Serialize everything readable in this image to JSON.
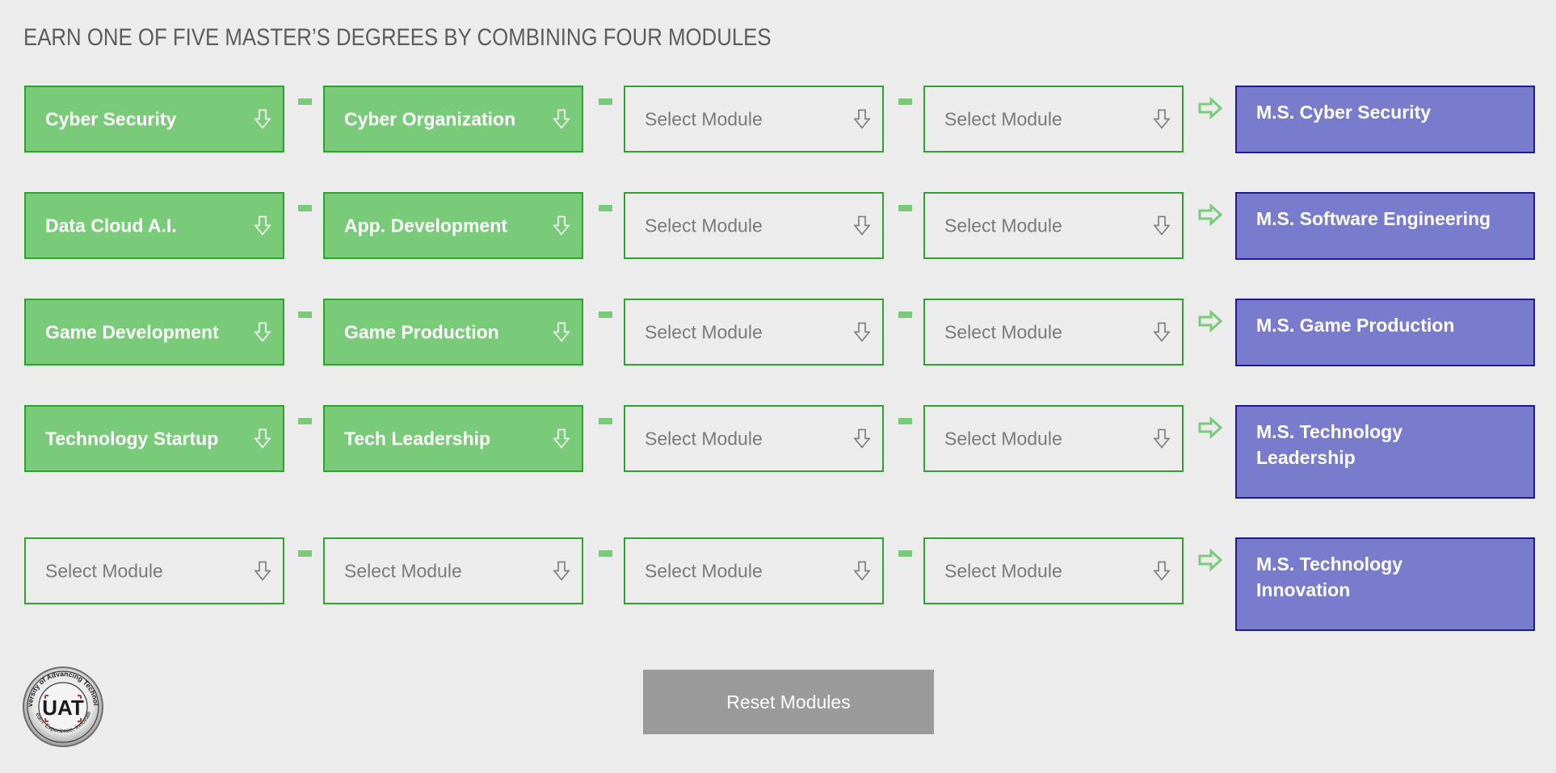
{
  "page": {
    "title": "EARN ONE OF FIVE MASTER’S DEGREES BY COMBINING FOUR MODULES"
  },
  "rows": [
    {
      "modules": [
        {
          "label": "Cyber Security",
          "state": "selected"
        },
        {
          "label": "Cyber Organization",
          "state": "selected"
        },
        {
          "label": "Select Module",
          "state": "empty"
        },
        {
          "label": "Select Module",
          "state": "empty"
        }
      ],
      "degree": {
        "line1": "M.S. Cyber Security",
        "line2": ""
      }
    },
    {
      "modules": [
        {
          "label": "Data Cloud A.I.",
          "state": "selected"
        },
        {
          "label": "App. Development",
          "state": "selected"
        },
        {
          "label": "Select Module",
          "state": "empty"
        },
        {
          "label": "Select Module",
          "state": "empty"
        }
      ],
      "degree": {
        "line1": "M.S. Software Engineering",
        "line2": ""
      }
    },
    {
      "modules": [
        {
          "label": "Game Development",
          "state": "selected"
        },
        {
          "label": "Game Production",
          "state": "selected"
        },
        {
          "label": "Select Module",
          "state": "empty"
        },
        {
          "label": "Select Module",
          "state": "empty"
        }
      ],
      "degree": {
        "line1": "M.S. Game Production",
        "line2": ""
      }
    },
    {
      "modules": [
        {
          "label": "Technology Startup",
          "state": "selected"
        },
        {
          "label": "Tech Leadership",
          "state": "selected"
        },
        {
          "label": "Select Module",
          "state": "empty"
        },
        {
          "label": "Select Module",
          "state": "empty"
        }
      ],
      "degree": {
        "line1": "M.S. Technology",
        "line2": "Leadership"
      }
    },
    {
      "modules": [
        {
          "label": "Select Module",
          "state": "empty"
        },
        {
          "label": "Select Module",
          "state": "empty"
        },
        {
          "label": "Select Module",
          "state": "empty"
        },
        {
          "label": "Select Module",
          "state": "empty"
        }
      ],
      "degree": {
        "line1": "M.S. Technology",
        "line2": "Innovation"
      }
    }
  ],
  "reset": {
    "label": "Reset Modules"
  },
  "logo": {
    "icon": "uat-seal-logo",
    "ring_text": "University of Advancing Technology",
    "tagline": "Learn. Experience. Innovate.",
    "monogram": "UAT"
  },
  "colors": {
    "module_fill": "#79cb79",
    "module_border": "#2ea32e",
    "degree_fill": "#797bcc",
    "degree_border": "#1a1a9a",
    "reset_fill": "#9a9a9a",
    "background": "#ececec"
  }
}
